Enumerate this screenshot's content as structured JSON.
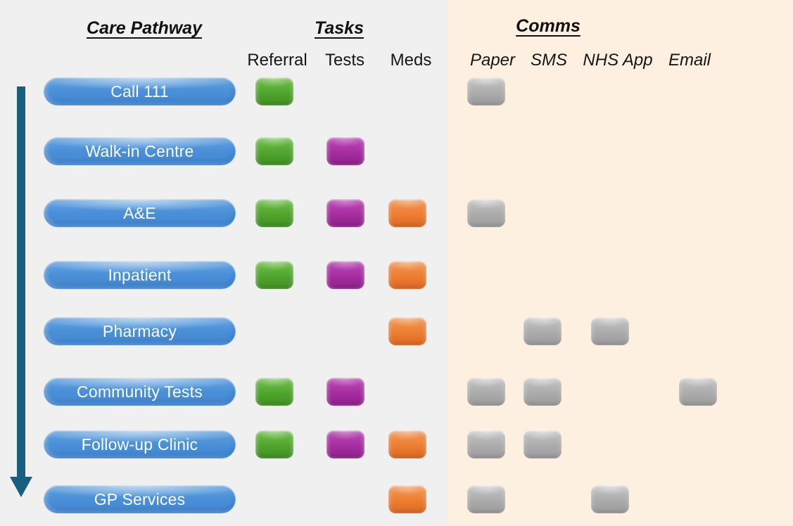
{
  "titles": {
    "care_pathway": "Care Pathway",
    "tasks": "Tasks",
    "comms": "Comms"
  },
  "task_columns": [
    {
      "id": "referral",
      "label": "Referral"
    },
    {
      "id": "tests",
      "label": "Tests"
    },
    {
      "id": "meds",
      "label": "Meds"
    }
  ],
  "comm_columns": [
    {
      "id": "paper",
      "label": "Paper"
    },
    {
      "id": "sms",
      "label": "SMS"
    },
    {
      "id": "nhs_app",
      "label": "NHS App"
    },
    {
      "id": "email",
      "label": "Email"
    }
  ],
  "rows": [
    {
      "label": "Call 111",
      "tasks": [
        "referral"
      ],
      "comms": [
        "paper"
      ]
    },
    {
      "label": "Walk-in Centre",
      "tasks": [
        "referral",
        "tests"
      ],
      "comms": []
    },
    {
      "label": "A&E",
      "tasks": [
        "referral",
        "tests",
        "meds"
      ],
      "comms": [
        "paper"
      ]
    },
    {
      "label": "Inpatient",
      "tasks": [
        "referral",
        "tests",
        "meds"
      ],
      "comms": []
    },
    {
      "label": "Pharmacy",
      "tasks": [
        "meds"
      ],
      "comms": [
        "sms",
        "nhs_app"
      ]
    },
    {
      "label": "Community Tests",
      "tasks": [
        "referral",
        "tests"
      ],
      "comms": [
        "paper",
        "sms",
        "email"
      ]
    },
    {
      "label": "Follow-up Clinic",
      "tasks": [
        "referral",
        "tests",
        "meds"
      ],
      "comms": [
        "paper",
        "sms"
      ]
    },
    {
      "label": "GP Services",
      "tasks": [
        "meds"
      ],
      "comms": [
        "paper",
        "nhs_app"
      ]
    }
  ],
  "colors": {
    "node_blue": "#4a90d8",
    "task_referral_green": "#4fa52d",
    "task_tests_purple": "#a62da0",
    "task_meds_orange": "#ed7d31",
    "comm_gray": "#ababab",
    "flow_arrow_teal": "#1a5e7e",
    "comms_panel_peach": "#fdf0e1",
    "background_gray": "#f0f0f0"
  }
}
